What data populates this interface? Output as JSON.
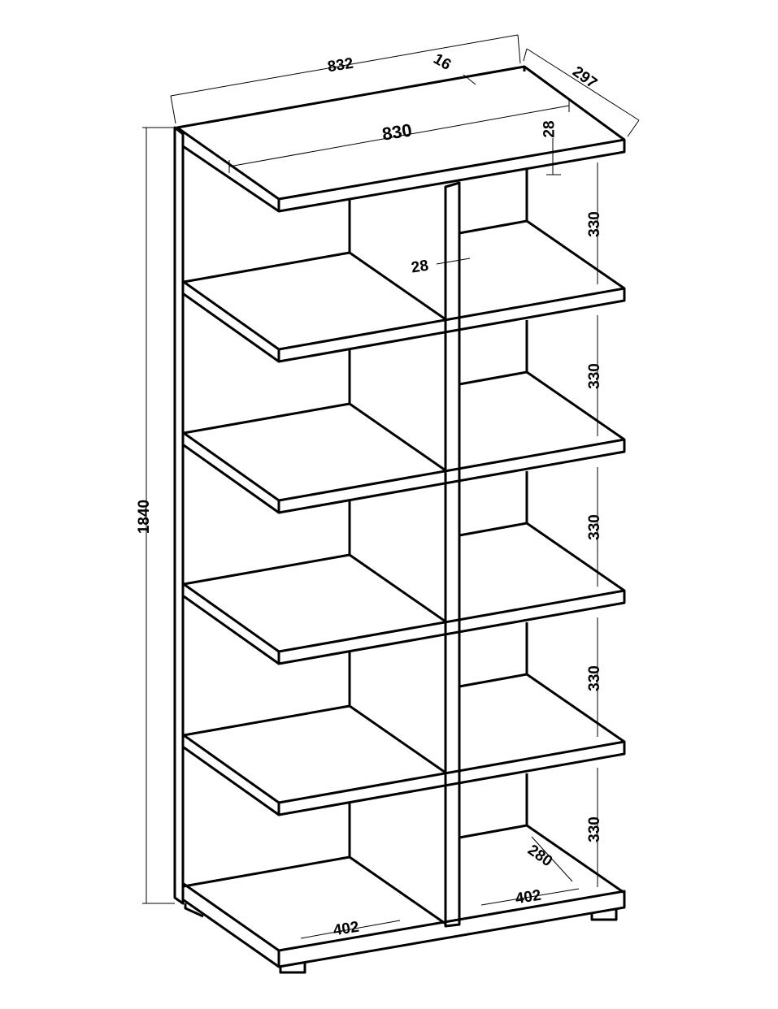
{
  "diagram": {
    "subject": "bookshelf",
    "dimensions": {
      "overall_width": "832",
      "back_thickness": "16",
      "depth": "297",
      "inner_width": "830",
      "top_thickness": "28",
      "divider_thickness": "28",
      "shelf_heights": [
        "330",
        "330",
        "330",
        "330",
        "330"
      ],
      "overall_height": "1840",
      "compartment_depth": "280",
      "compartment_width_left": "402",
      "compartment_width_right": "402"
    },
    "colors": {
      "line": "#000000",
      "background": "#ffffff"
    }
  }
}
